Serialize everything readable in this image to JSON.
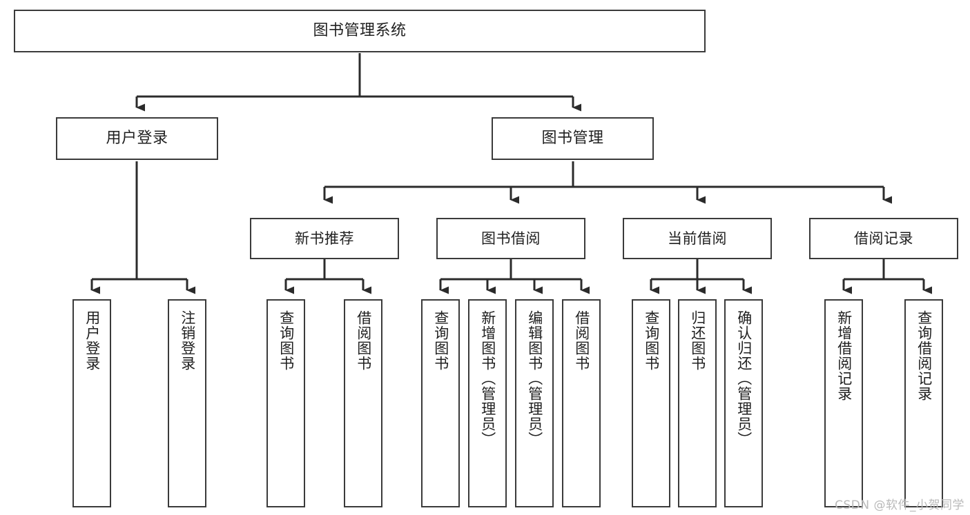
{
  "diagram": {
    "title": "图书管理系统",
    "type": "tree-hierarchy",
    "colors": {
      "box_border": "#3a3a3a",
      "box_fill": "#ffffff",
      "edge": "#2b2b2b",
      "text": "#1f1f1f",
      "watermark": "#b9b9b9",
      "background": "#ffffff"
    },
    "watermark": "CSDN @软件_小贺同学"
  },
  "nodes": {
    "root": {
      "label": "图书管理系统"
    },
    "level2": [
      {
        "label": "用户登录"
      },
      {
        "label": "图书管理"
      }
    ],
    "level3": [
      {
        "label": "新书推荐"
      },
      {
        "label": "图书借阅"
      },
      {
        "label": "当前借阅"
      },
      {
        "label": "借阅记录"
      }
    ],
    "leaves": {
      "user_login": [
        {
          "label": "用户登录"
        },
        {
          "label": "注销登录"
        }
      ],
      "new_book_recommend": [
        {
          "label": "查询图书"
        },
        {
          "label": "借阅图书"
        }
      ],
      "book_borrow": [
        {
          "label": "查询图书"
        },
        {
          "label": "新增图书（管理员）"
        },
        {
          "label": "编辑图书（管理员）"
        },
        {
          "label": "借阅图书"
        }
      ],
      "current_borrow": [
        {
          "label": "查询图书"
        },
        {
          "label": "归还图书"
        },
        {
          "label": "确认归还（管理员）"
        }
      ],
      "borrow_record": [
        {
          "label": "新增借阅记录"
        },
        {
          "label": "查询借阅记录"
        }
      ]
    }
  }
}
